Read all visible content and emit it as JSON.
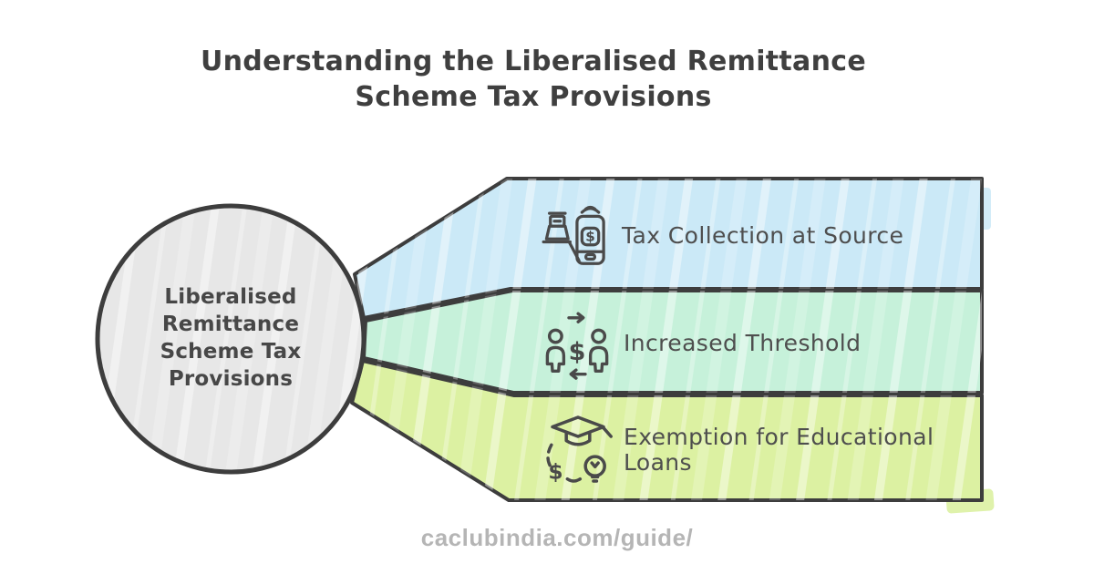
{
  "title": {
    "full": "Understanding the Liberalised Remittance Scheme Tax Provisions",
    "line1": "Understanding the Liberalised Remittance",
    "line2": "Scheme Tax Provisions"
  },
  "center_node": {
    "label": "Liberalised Remittance Scheme Tax Provisions"
  },
  "branches": [
    {
      "label": "Tax Collection at Source",
      "icon": "cash-register-contactless-phone-icon",
      "fill": "#cbe9f7"
    },
    {
      "label": "Increased Threshold",
      "icon": "people-money-exchange-icon",
      "fill": "#c6f1da"
    },
    {
      "label": "Exemption for Educational Loans",
      "icon": "graduation-cap-loan-icon",
      "fill": "#dcf1a2"
    }
  ],
  "footer": {
    "url": "caclubindia.com/guide/"
  },
  "style": {
    "background": "#ffffff",
    "outline_stroke": "#3d3d3d",
    "icon_stroke": "#4a4a4a",
    "circle_fill": "#e7e7e7",
    "title_color": "#3f3f3f",
    "label_color": "#4e4e4e",
    "footer_color": "#b5b5b5"
  }
}
